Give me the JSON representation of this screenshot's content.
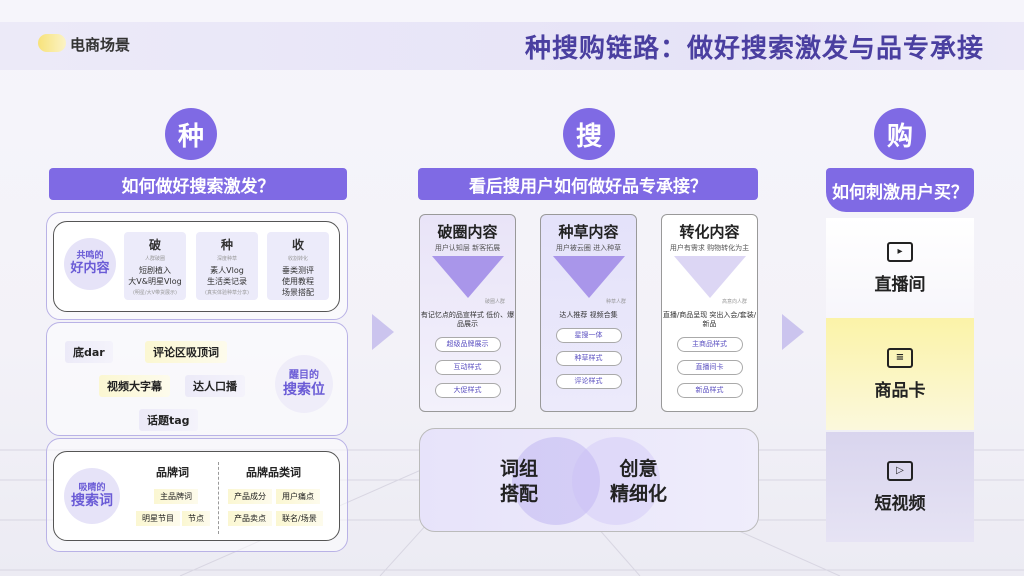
{
  "header": {
    "tag": "电商场景",
    "title": "种搜购链路：做好搜索激发与品专承接"
  },
  "columns": {
    "seed": {
      "char": "种",
      "question": "如何做好搜索激发？",
      "good_content": {
        "label_top": "共鸣的",
        "label_main": "好内容",
        "items": [
          {
            "title": "破",
            "sub": "人群破圈",
            "lines": [
              "短剧植入",
              "大V&明星Vlog"
            ],
            "note": "(明星/大V带货展示)"
          },
          {
            "title": "种",
            "sub": "深度种草",
            "lines": [
              "素人Vlog",
              "生活类记录"
            ],
            "note": "(真实体验种草分享)"
          },
          {
            "title": "收",
            "sub": "收割转化",
            "lines": [
              "垂类测评",
              "使用教程",
              "场景搭配"
            ]
          }
        ]
      },
      "search_slot": {
        "label_top": "醒目的",
        "label_main": "搜索位",
        "chips": [
          "底dar",
          "评论区吸顶词",
          "视频大字幕",
          "达人口播",
          "话题tag"
        ]
      },
      "search_words": {
        "label_top": "吸睛的",
        "label_main": "搜索词",
        "brand": {
          "title": "品牌词",
          "items": [
            "主品牌词",
            "明星节目",
            "节点"
          ]
        },
        "category": {
          "title": "品牌品类词",
          "items": [
            "产品成分",
            "用户痛点",
            "产品卖点",
            "联名/场景"
          ]
        }
      }
    },
    "search": {
      "char": "搜",
      "question": "看后搜用户如何做好品专承接？",
      "cards": [
        {
          "title": "破圈内容",
          "sub": "用户认知层 新客拓展",
          "tag": "破圈人群",
          "desc": "有记忆点的品宣样式 低价、爆品展示",
          "buttons": [
            "超级品牌展示",
            "互动样式",
            "大促样式"
          ]
        },
        {
          "title": "种草内容",
          "sub": "用户被云圈 进入种草",
          "tag": "种草人群",
          "desc": "达人推荐 视频合集",
          "buttons": [
            "星搜一体",
            "种草样式",
            "评论样式"
          ]
        },
        {
          "title": "转化内容",
          "sub": "用户有需求 购物转化为主",
          "tag": "高意向人群",
          "desc": "直播/商品呈现 突出入会/套装/新品",
          "buttons": [
            "主商品样式",
            "直播间卡",
            "新品样式"
          ]
        }
      ],
      "bottom": {
        "left": "词组\n搭配",
        "right": "创意\n精细化"
      }
    },
    "buy": {
      "char": "购",
      "question": "如何刺激用户买？",
      "items": [
        {
          "label": "直播间",
          "icon": "live-camera-icon"
        },
        {
          "label": "商品卡",
          "icon": "product-card-icon"
        },
        {
          "label": "短视频",
          "icon": "video-play-icon"
        }
      ]
    }
  },
  "colors": {
    "accent": "#7f6ae4",
    "yellow": "#f7e27a"
  }
}
